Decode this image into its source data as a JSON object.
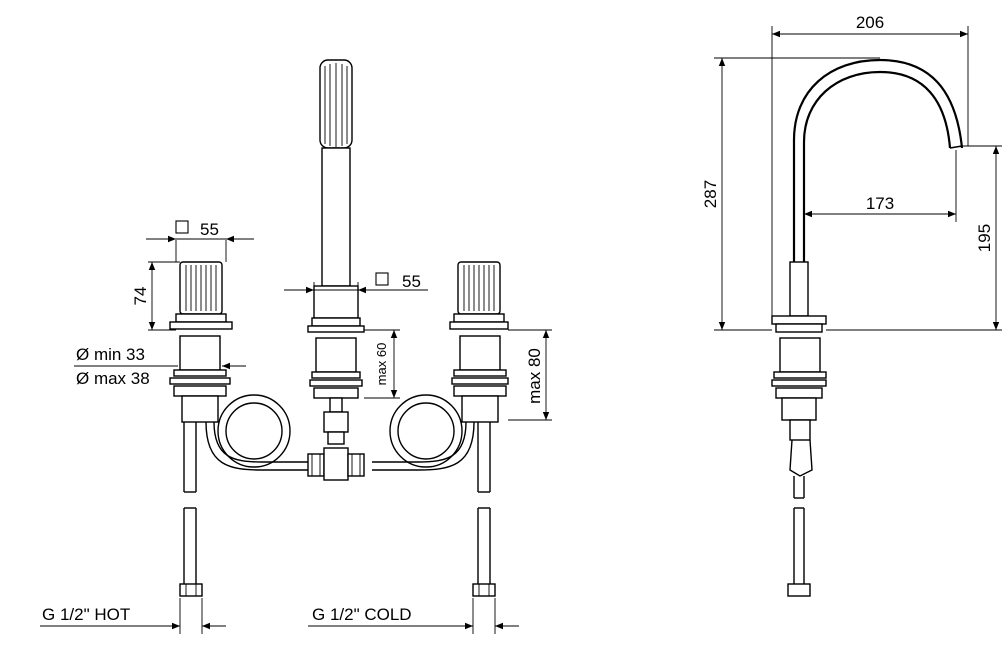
{
  "front_view": {
    "handle_square": "55",
    "handle_height": "74",
    "hole_min": "Ø min 33",
    "hole_max": "Ø max 38",
    "spout_square": "55",
    "max_60": "max 60",
    "max_80": "max 80",
    "hot_label": "G 1/2\" HOT",
    "cold_label": "G 1/2\" COLD"
  },
  "side_view": {
    "width_206": "206",
    "height_287": "287",
    "reach_173": "173",
    "height_195": "195"
  }
}
